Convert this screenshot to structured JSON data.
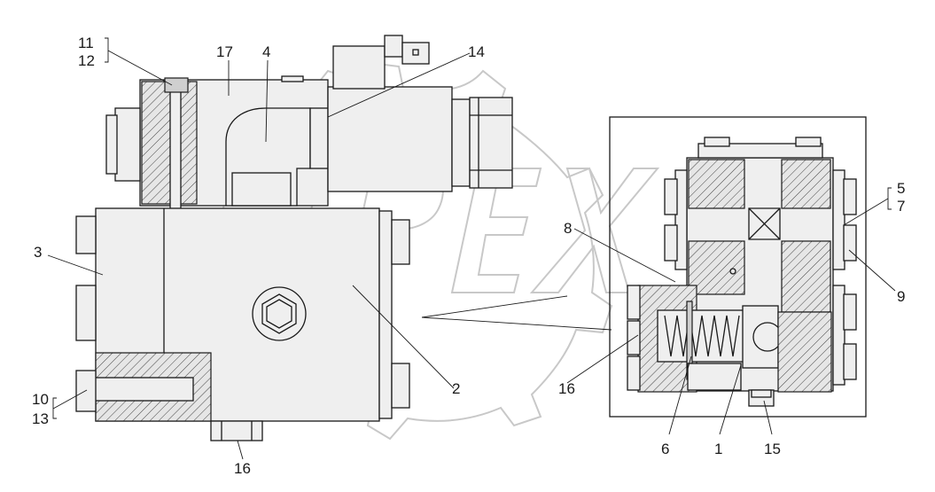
{
  "callouts": {
    "c11": "11",
    "c12": "12",
    "c17": "17",
    "c4": "4",
    "c14": "14",
    "c3": "3",
    "c10": "10",
    "c13": "13",
    "c16a": "16",
    "c2": "2",
    "c8": "8",
    "c16b": "16",
    "c6": "6",
    "c1": "1",
    "c15": "15",
    "c5": "5",
    "c7": "7",
    "c9": "9"
  },
  "watermark_icon": "gear-watermark-icon"
}
